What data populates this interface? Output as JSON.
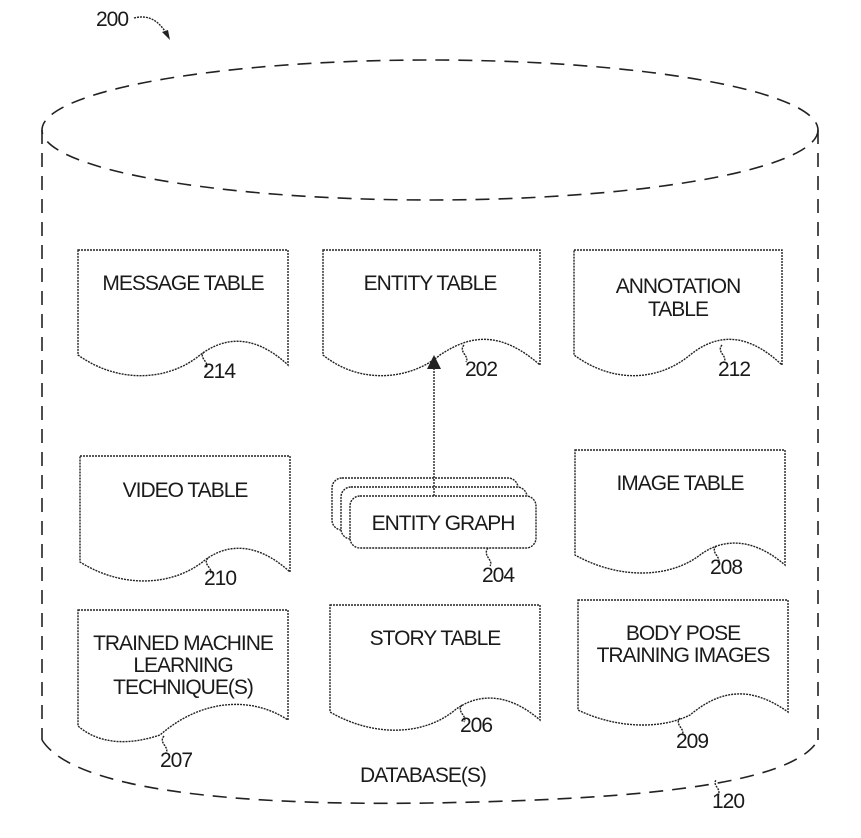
{
  "figure": {
    "ref_number": "200",
    "database": {
      "label": "DATABASE(S)",
      "ref": "120"
    },
    "tables": [
      {
        "id": "message",
        "lines": [
          "MESSAGE TABLE"
        ],
        "ref": "214"
      },
      {
        "id": "entity",
        "lines": [
          "ENTITY TABLE"
        ],
        "ref": "202"
      },
      {
        "id": "annotation",
        "lines": [
          "ANNOTATION",
          "TABLE"
        ],
        "ref": "212"
      },
      {
        "id": "video",
        "lines": [
          "VIDEO TABLE"
        ],
        "ref": "210"
      },
      {
        "id": "image",
        "lines": [
          "IMAGE TABLE"
        ],
        "ref": "208"
      },
      {
        "id": "trained-ml",
        "lines": [
          "TRAINED MACHINE",
          "LEARNING",
          "TECHNIQUE(S)"
        ],
        "ref": "207"
      },
      {
        "id": "story",
        "lines": [
          "STORY TABLE"
        ],
        "ref": "206"
      },
      {
        "id": "body-pose",
        "lines": [
          "BODY POSE",
          "TRAINING IMAGES"
        ],
        "ref": "209"
      }
    ],
    "entity_graph": {
      "label": "ENTITY GRAPH",
      "ref": "204"
    }
  }
}
